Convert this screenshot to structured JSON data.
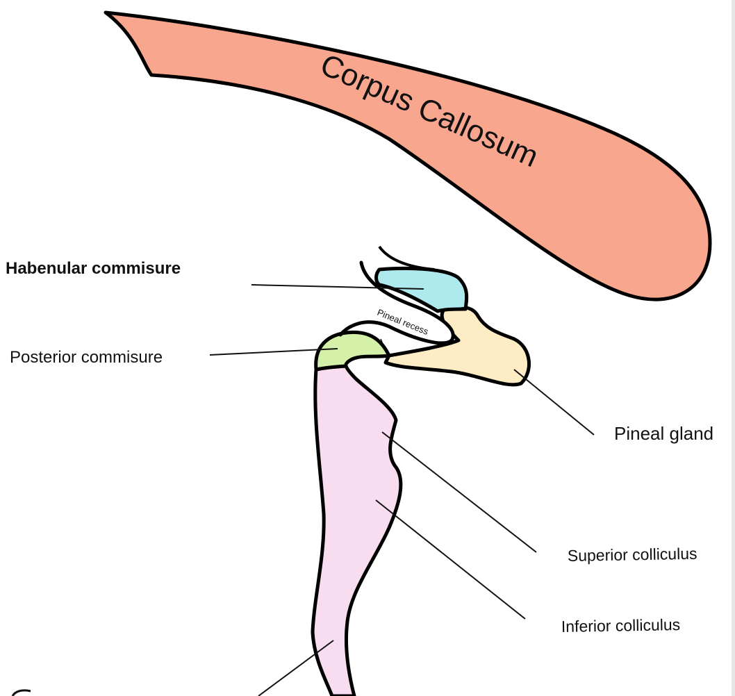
{
  "labels": {
    "corpus_callosum": "Corpus Callosum",
    "habenular_commissure": "Habenular commisure",
    "pineal_recess": "Pineal recess",
    "posterior_commissure": "Posterior commisure",
    "pineal_gland": "Pineal gland",
    "superior_colliculus": "Superior colliculus",
    "inferior_colliculus": "Inferior colliculus"
  },
  "colors": {
    "corpus_callosum": "#f9a68f",
    "habenular_commissure": "#aee9ee",
    "pineal_gland": "#fdecc4",
    "posterior_commissure": "#d5f0a8",
    "tectum": "#f8ddf1",
    "outline": "#000000"
  }
}
